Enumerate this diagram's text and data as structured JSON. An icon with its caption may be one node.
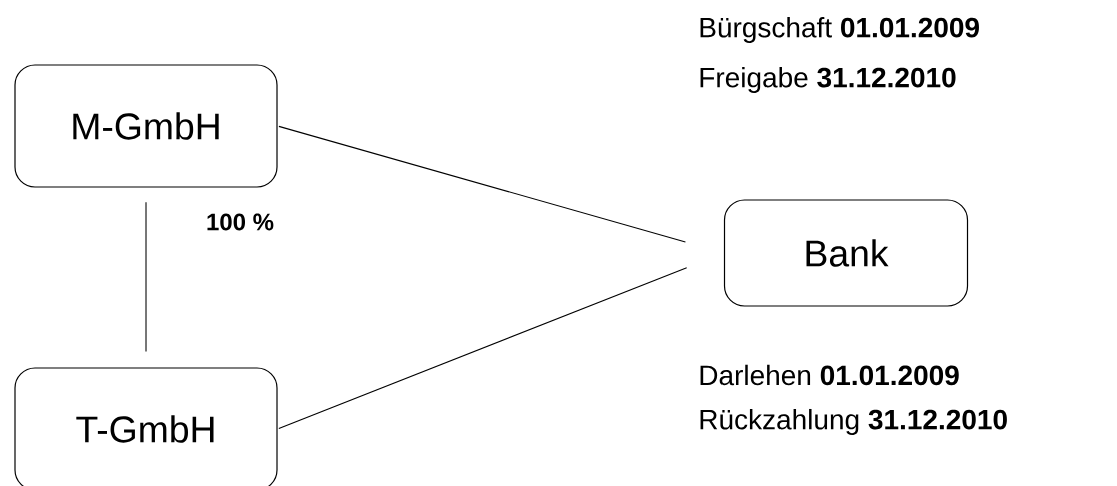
{
  "diagram": {
    "nodes": [
      {
        "text": [
          "M-GmbH"
        ]
      },
      {
        "text": [
          "T-GmbH"
        ]
      },
      {
        "text": [
          "Bank"
        ]
      }
    ],
    "edges": [
      {
        "from": 0,
        "to": 1,
        "arrow": "none",
        "label": "**100 %**"
      },
      {
        "from": 0,
        "to": 2,
        "arrow": "none"
      },
      {
        "from": 1,
        "to": 2,
        "arrow": "none"
      }
    ],
    "labels": [
      "Bürgschaft **01.01.2009**",
      "Freigabe **31.12.2010**",
      "Darlehen **01.01.2009**",
      "Rückzahlung **31.12.2010**"
    ]
  }
}
